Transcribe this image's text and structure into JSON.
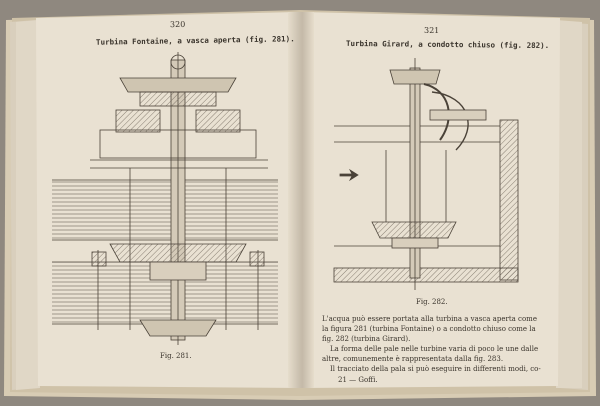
{
  "book": {
    "left_page": {
      "page_number": "320",
      "title": "Turbina Fontaine, a vasca aperta (fig. 281).",
      "figure_caption": "Fig. 281."
    },
    "right_page": {
      "page_number": "321",
      "title": "Turbina Girard, a condotto chiuso (fig. 282).",
      "figure_caption": "Fig. 282.",
      "body_lines": [
        "L'acqua può essere portata alla turbina a vasca aperta come",
        "la figura 281 (turbina Fontaine) o a condotto chiuso come la",
        "fig. 282 (turbina Girard).",
        "La forma delle pale nelle turbine varia di poco le une dalle",
        "altre, comunemente è rappresentata dalla fig. 283.",
        "Il tracciato della pala si può eseguire in differenti modi, co-"
      ],
      "signature": "21 — Goffi."
    }
  },
  "colors": {
    "background": "#8f887f",
    "paper": "#e9e1d2",
    "ink": "#3a342c"
  }
}
